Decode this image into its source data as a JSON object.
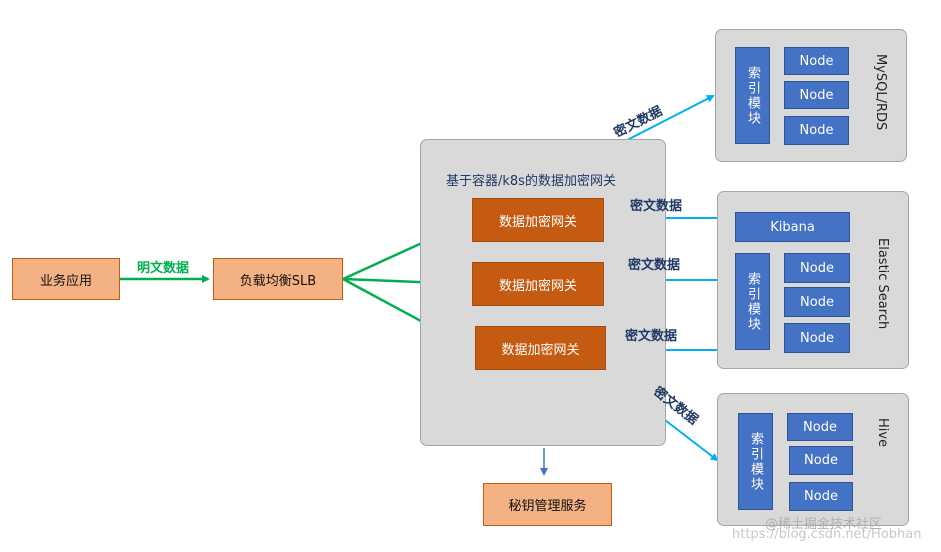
{
  "app": {
    "label": "业务应用"
  },
  "plain_label": "明文数据",
  "slb": {
    "label": "负载均衡SLB"
  },
  "gateway_group": {
    "title": "基于容器/k8s的数据加密网关",
    "gateways": [
      "数据加密网关",
      "数据加密网关",
      "数据加密网关"
    ]
  },
  "secret_service": {
    "label": "秘钥管理服务"
  },
  "cipher_labels": [
    "密文数据",
    "密文数据",
    "密文数据",
    "密文数据",
    "密文数据"
  ],
  "mysql": {
    "title": "MySQL/RDS",
    "index": "索引模块",
    "nodes": [
      "Node",
      "Node",
      "Node"
    ]
  },
  "es": {
    "title": "Elastic Search",
    "kibana": "Kibana",
    "index": "索引模块",
    "nodes": [
      "Node",
      "Node",
      "Node"
    ]
  },
  "hive": {
    "title": "Hive",
    "index": "索引模块",
    "nodes": [
      "Node",
      "Node",
      "Node"
    ]
  },
  "watermark": "@稀土掘金技术社区",
  "watermark_url": "https://blog.csdn.net/Hobhan",
  "colors": {
    "green_arrow": "#00b050",
    "blue_arrow": "#00b0f0",
    "orange": "#c55a11",
    "node_blue": "#4472c4"
  }
}
